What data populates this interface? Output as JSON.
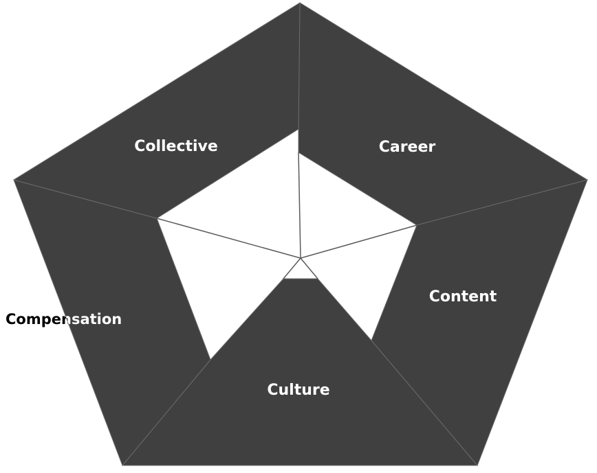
{
  "segments": [
    {
      "label": "Career",
      "color": "#404040"
    },
    {
      "label": "Content",
      "color": "#404040"
    },
    {
      "label": "Culture",
      "color": "#404040"
    },
    {
      "label": "Compensation",
      "color": "#404040"
    },
    {
      "label": "Collective",
      "color": "#404040"
    }
  ],
  "colors": {
    "segment": "#404040",
    "background": "#ffffff",
    "label": "#ffffff"
  }
}
